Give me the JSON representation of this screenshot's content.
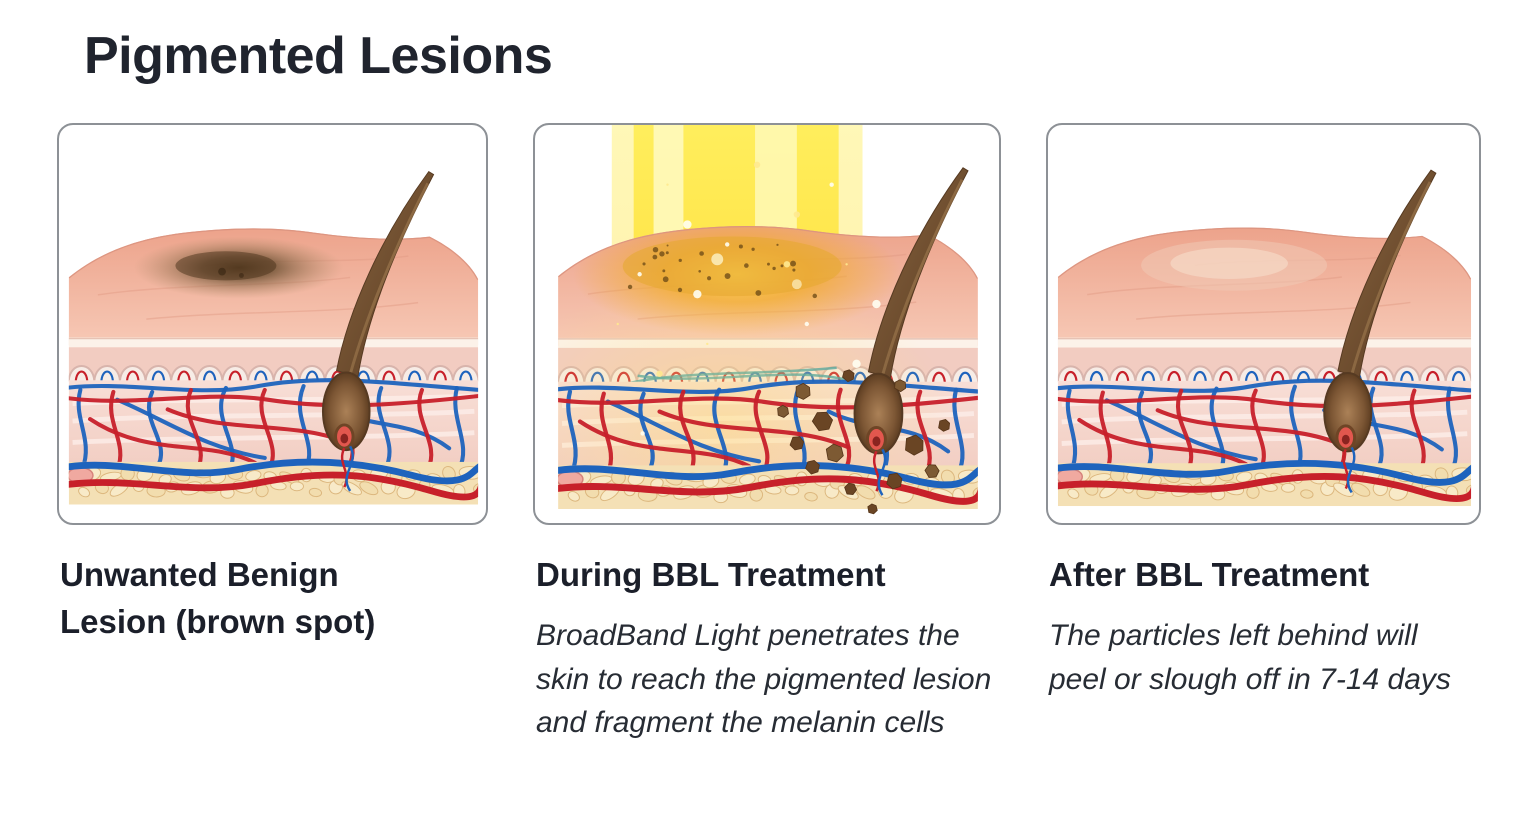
{
  "title": "Pigmented Lesions",
  "panels": [
    {
      "key": "before",
      "figure": "skin-cross-section-with-brown-lesion",
      "heading": "Unwanted Benign Lesion (brown spot)",
      "description": ""
    },
    {
      "key": "during",
      "figure": "skin-cross-section-under-bbl-light-beam",
      "heading": "During BBL Treatment",
      "description": "BroadBand Light penetrates the skin to reach the pigmented lesion and fragment the melanin cells"
    },
    {
      "key": "after",
      "figure": "healed-skin-cross-section",
      "heading": "After BBL Treatment",
      "description": "The particles left behind will peel or slough off in 7-14 days"
    }
  ],
  "colors": {
    "background": "#ffffff",
    "title_text": "#20242e",
    "heading_text": "#1b1f2a",
    "body_text": "#272c34",
    "panel_border": "#8d9196",
    "vessel_red": "#c7202a",
    "vessel_blue": "#1e63bd",
    "capillary_teal": "#2f9aa8",
    "epidermis_pink": "#f2b3a0",
    "dermis_pink": "#f6dcd4",
    "papillae_white": "#f7ece6",
    "fat_cream": "#f4e0b5",
    "hair_brown": "#6b4a2c",
    "lesion_brown": "#6e5234",
    "bbl_light_yellow": "#ffe44a",
    "melanin_fragment": "#6a4524"
  }
}
